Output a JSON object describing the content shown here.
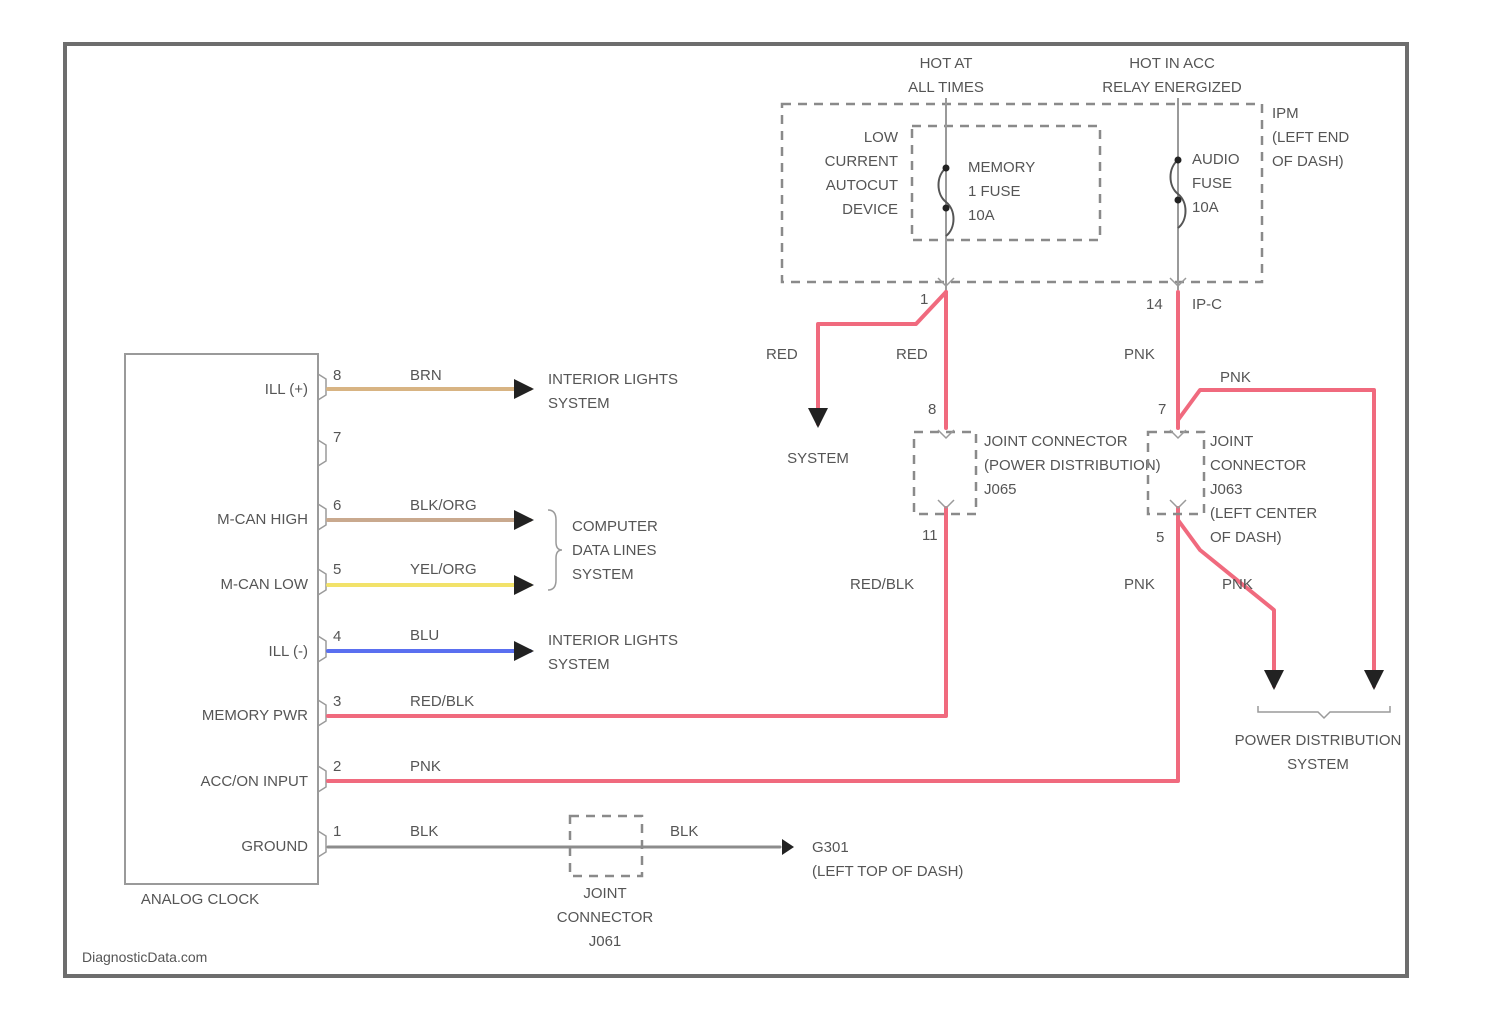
{
  "colors": {
    "frame": "#6d6d6d",
    "red": "#f06a7e",
    "pink": "#f06a7e",
    "brown": "#d8b483",
    "tan": "#c9a98e",
    "yellow": "#f2e26a",
    "blue": "#5a6ff0",
    "black": "#8c8c8c"
  },
  "header": {
    "hot_at_line1": "HOT AT",
    "hot_at_line2": "ALL TIMES",
    "hot_acc_line1": "HOT IN ACC",
    "hot_acc_line2": "RELAY ENERGIZED"
  },
  "ipm": {
    "label_line1": "IPM",
    "label_line2": "(LEFT END",
    "label_line3": "OF DASH)",
    "lcad_line1": "LOW",
    "lcad_line2": "CURRENT",
    "lcad_line3": "AUTOCUT",
    "lcad_line4": "DEVICE",
    "fuse1_line1": "MEMORY",
    "fuse1_line2": "1 FUSE",
    "fuse1_line3": "10A",
    "fuse2_line1": "AUDIO",
    "fuse2_line2": "FUSE",
    "fuse2_line3": "10A",
    "pin_left": "1",
    "pin_right": "14",
    "pin_right_conn": "IP-C"
  },
  "wires": {
    "red_branch": "RED",
    "red_main": "RED",
    "pnk_top": "PNK",
    "pnk_branch_top": "PNK",
    "red_blk": "RED/BLK",
    "pnk_mid": "PNK",
    "pnk_branch_bottom": "PNK"
  },
  "destinations": {
    "system_red": "SYSTEM",
    "power_dist_line1": "POWER DISTRIBUTION",
    "power_dist_line2": "SYSTEM"
  },
  "joint_connectors": {
    "left_line1": "JOINT CONNECTOR",
    "left_line2": "(POWER DISTRIBUTION)",
    "left_line3": "J065",
    "left_pin_top": "8",
    "left_pin_bottom": "11",
    "right_line1": "JOINT",
    "right_line2": "CONNECTOR",
    "right_line3": "J063",
    "right_line4": "(LEFT CENTER",
    "right_line5": "OF DASH)",
    "right_pin_top": "7",
    "right_pin_bottom": "5"
  },
  "clock": {
    "name": "ANALOG CLOCK",
    "pins": [
      {
        "label": "ILL (+)",
        "pin": "8",
        "wire": "BRN",
        "dest1": "INTERIOR LIGHTS",
        "dest2": "SYSTEM"
      },
      {
        "label": "",
        "pin": "7",
        "wire": "",
        "dest1": "",
        "dest2": ""
      },
      {
        "label": "M-CAN HIGH",
        "pin": "6",
        "wire": "BLK/ORG",
        "dest1": "",
        "dest2": ""
      },
      {
        "label": "M-CAN LOW",
        "pin": "5",
        "wire": "YEL/ORG",
        "dest1": "",
        "dest2": ""
      },
      {
        "label": "ILL (-)",
        "pin": "4",
        "wire": "BLU",
        "dest1": "INTERIOR LIGHTS",
        "dest2": "SYSTEM"
      },
      {
        "label": "MEMORY PWR",
        "pin": "3",
        "wire": "RED/BLK",
        "dest1": "",
        "dest2": ""
      },
      {
        "label": "ACC/ON INPUT",
        "pin": "2",
        "wire": "PNK",
        "dest1": "",
        "dest2": ""
      },
      {
        "label": "GROUND",
        "pin": "1",
        "wire": "BLK",
        "dest1": "",
        "dest2": ""
      }
    ],
    "can_dest_line1": "COMPUTER",
    "can_dest_line2": "DATA LINES",
    "can_dest_line3": "SYSTEM"
  },
  "ground": {
    "wire_after": "BLK",
    "ground_id": "G301",
    "ground_loc": "(LEFT TOP OF DASH)",
    "joint_line1": "JOINT",
    "joint_line2": "CONNECTOR",
    "joint_line3": "J061"
  },
  "watermark": "DiagnosticData.com"
}
